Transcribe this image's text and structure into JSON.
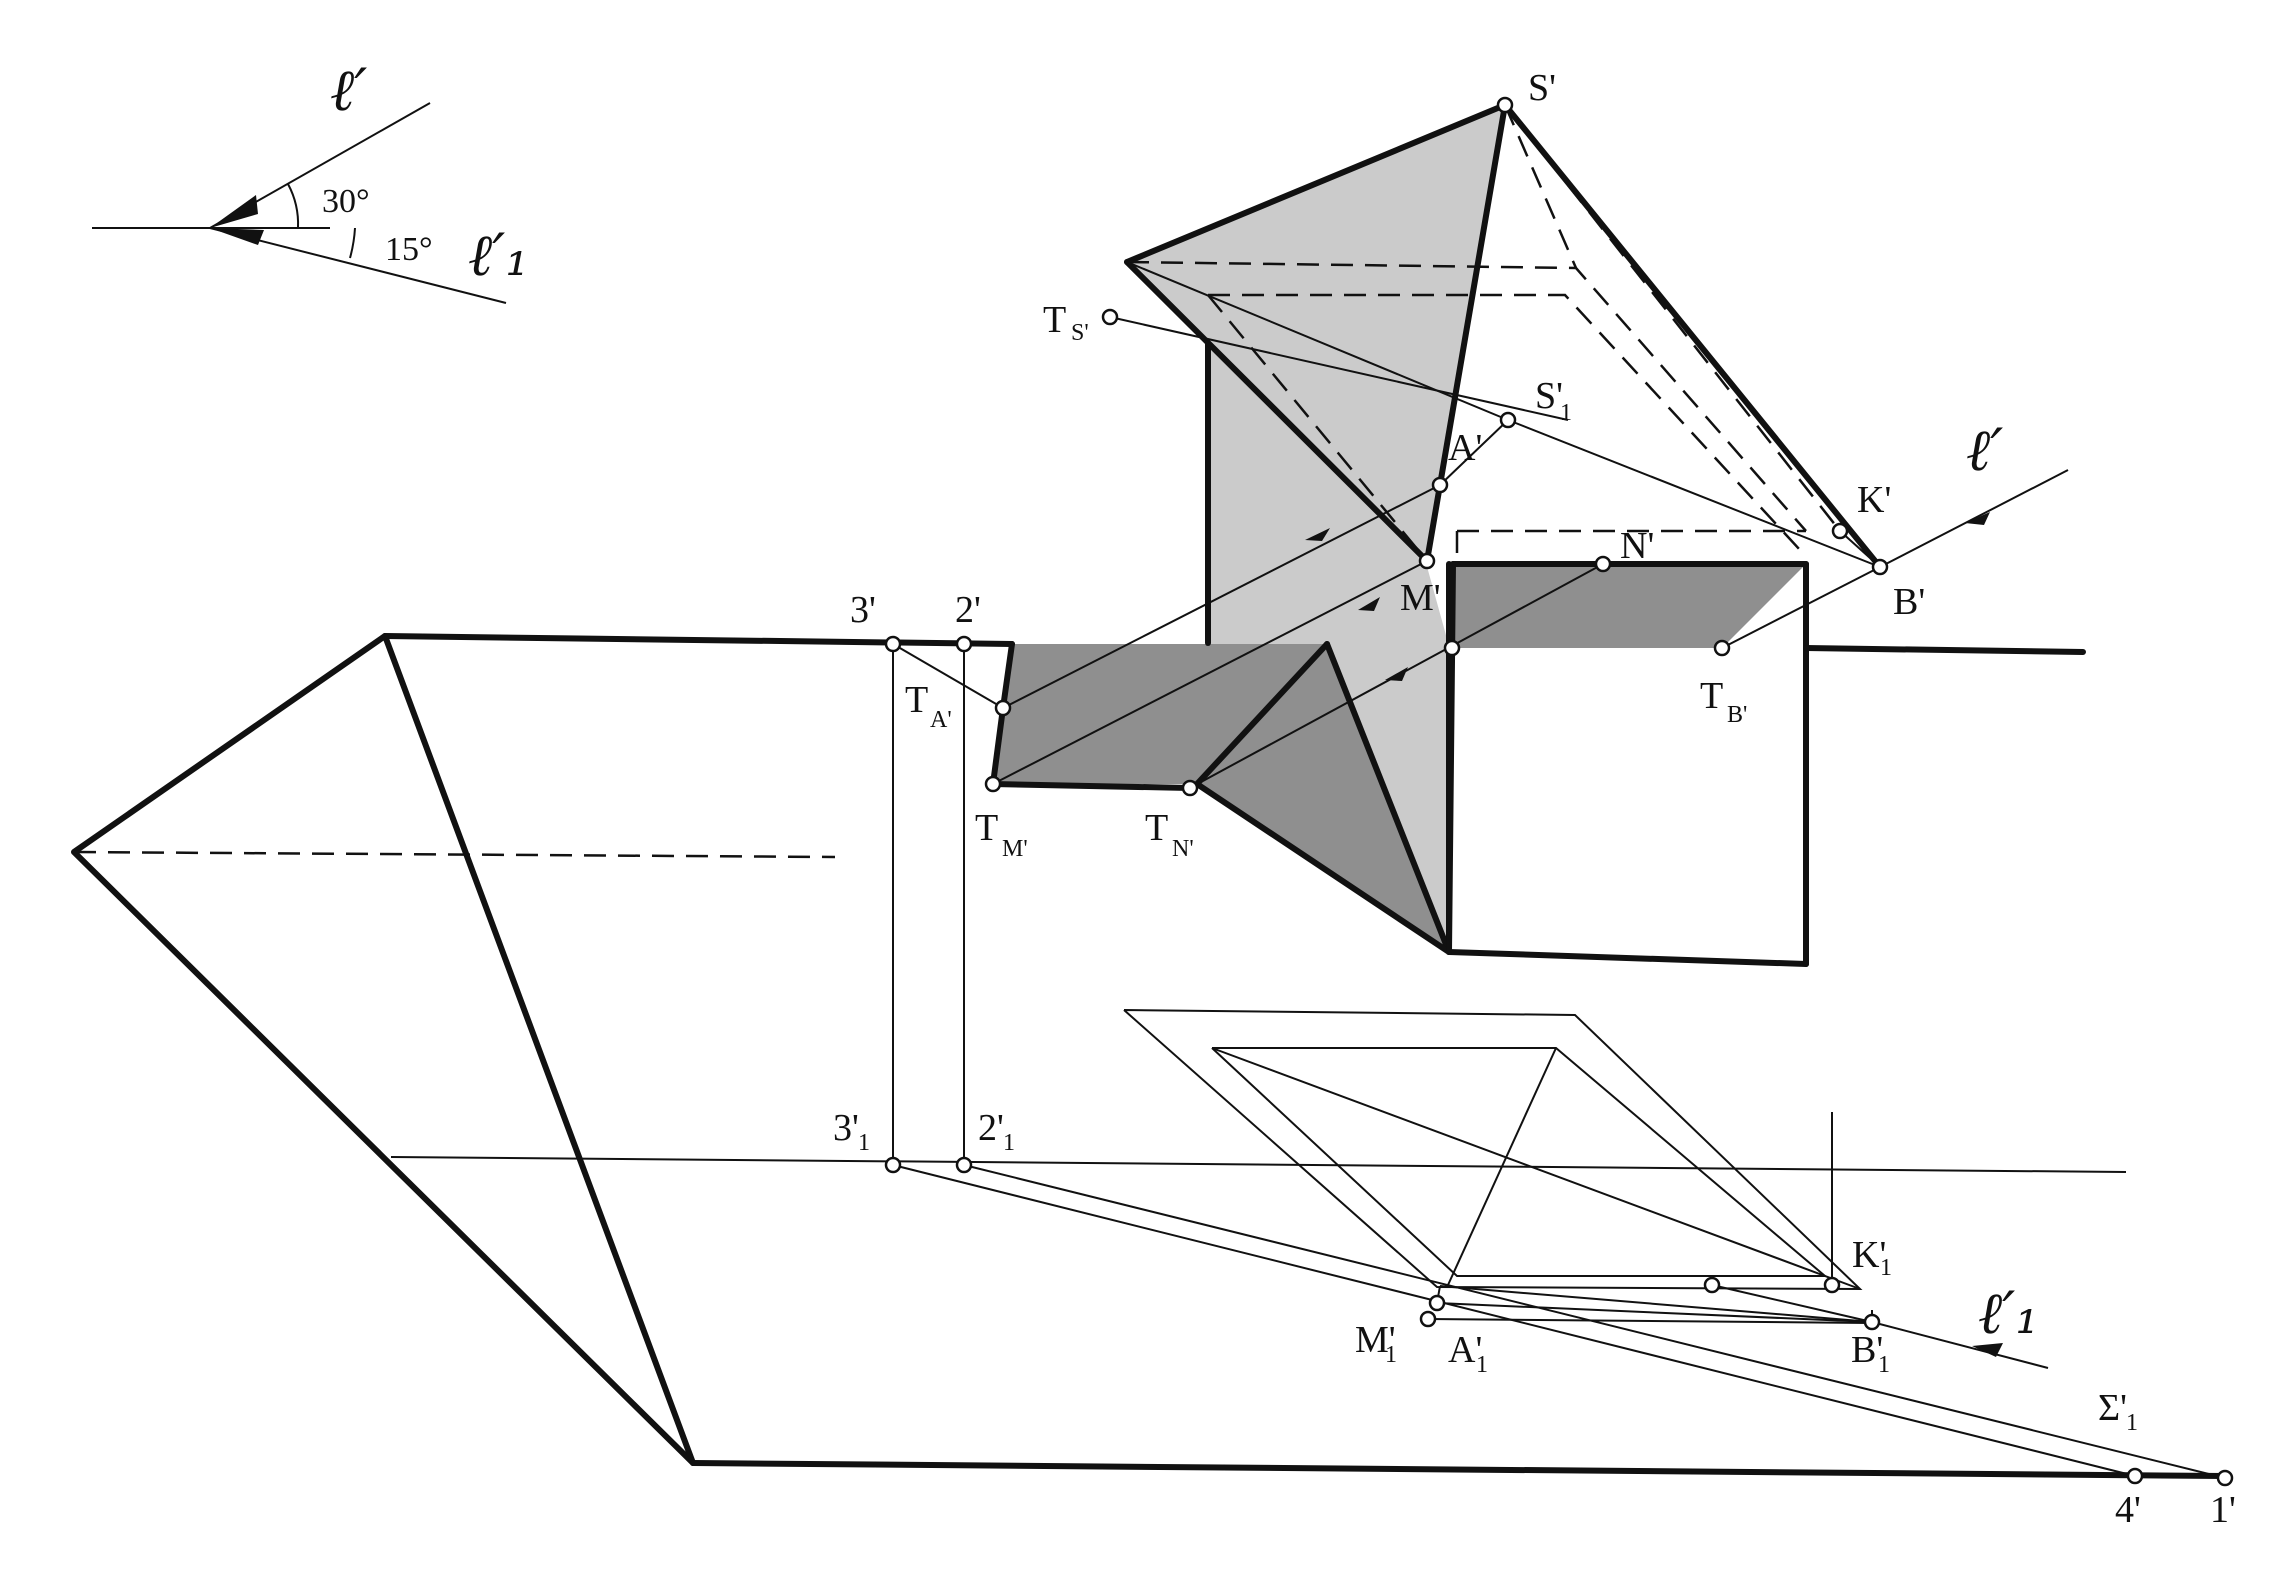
{
  "direction_legend": {
    "light_ray": "ℓ′",
    "light_ray_plan": "ℓ′₁",
    "angle_1": "30°",
    "angle_2": "15°"
  },
  "light_ray_right": "ℓ′",
  "light_ray_plan_right": "ℓ′₁",
  "labels": {
    "S": "S'",
    "S1": "S'",
    "S1_sub": "1",
    "A": "A'",
    "M": "M'",
    "N": "N'",
    "K": "K'",
    "B": "B'",
    "TS": "T",
    "TS_sub": "S'",
    "TA": "T",
    "TA_sub": "A'",
    "TM": "T",
    "TM_sub": "M'",
    "TN": "T",
    "TN_sub": "N'",
    "TB": "T",
    "TB_sub": "B'",
    "p3": "3'",
    "p2": "2'",
    "p3_1": "3'",
    "p3_1_sub": "1",
    "p2_1": "2'",
    "p2_1_sub": "1",
    "K1": "K'",
    "K1_sub": "1",
    "M1": "M'",
    "M1_sub": "1",
    "A1": "A'",
    "A1_sub": "1",
    "B1": "B'",
    "B1_sub": "1",
    "Sigma1": "Σ'",
    "Sigma1_sub": "1",
    "p4": "4'",
    "p1": "1'"
  },
  "colors": {
    "light_shade": "#cbcbcb",
    "dark_shade": "#8f8f8f",
    "line": "#111111"
  }
}
